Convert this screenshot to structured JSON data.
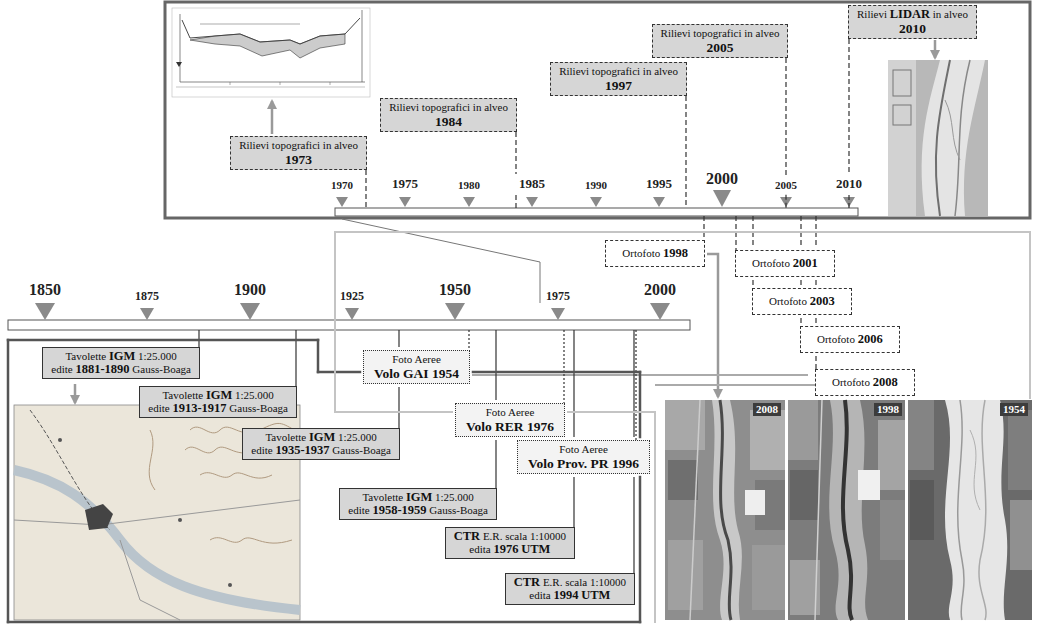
{
  "diagram": {
    "nodes": [
      {
        "text": [
          "Rilievi topografici in alveo",
          "1973"
        ]
      },
      {
        "text": [
          "Rilievi topografici in alveo",
          "1984"
        ]
      },
      {
        "text": [
          "Rilievi topografici in alveo",
          "1997"
        ]
      },
      {
        "text": [
          "Rilievi topografici in alveo",
          "2005"
        ]
      },
      {
        "text": [
          "Rilievi LIDAR in alveo",
          "2010"
        ]
      },
      {
        "text": [
          "Ortofoto 1998"
        ]
      },
      {
        "text": [
          "Ortofoto 2001"
        ]
      },
      {
        "text": [
          "Ortofoto 2003"
        ]
      },
      {
        "text": [
          "Ortofoto 2006"
        ]
      },
      {
        "text": [
          "Ortofoto 2008"
        ]
      },
      {
        "text": [
          "Tavolette IGM 1:25.000",
          "edite 1881-1890 Gauss-Boaga"
        ]
      },
      {
        "text": [
          "Tavolette IGM 1:25.000",
          "edite 1913-1917 Gauss-Boaga"
        ]
      },
      {
        "text": [
          "Foto Aeree",
          "Volo GAI 1954"
        ]
      },
      {
        "text": [
          "Tavolette IGM 1:25.000",
          "edite 1935-1937 Gauss-Boaga"
        ]
      },
      {
        "text": [
          "Foto Aeree",
          "Volo RER 1976"
        ]
      },
      {
        "text": [
          "Foto Aeree",
          "Volo Prov. PR 1996"
        ]
      },
      {
        "text": [
          "Tavolette IGM 1:25.000",
          "edite 1958-1959 Gauss-Boaga"
        ]
      },
      {
        "text": [
          "CTR E.R. scala 1:10000",
          "edita 1976 UTM"
        ]
      },
      {
        "text": [
          "CTR E.R. scala 1:10000",
          "edita 1994 UTM"
        ]
      }
    ],
    "labels": [
      "1970",
      "1975",
      "1980",
      "1985",
      "1990",
      "1995",
      "2000",
      "2005",
      "2010",
      "1850",
      "1875",
      "1900",
      "1925",
      "1950",
      "1975",
      "2000",
      "2008",
      "1998",
      "1954"
    ]
  }
}
